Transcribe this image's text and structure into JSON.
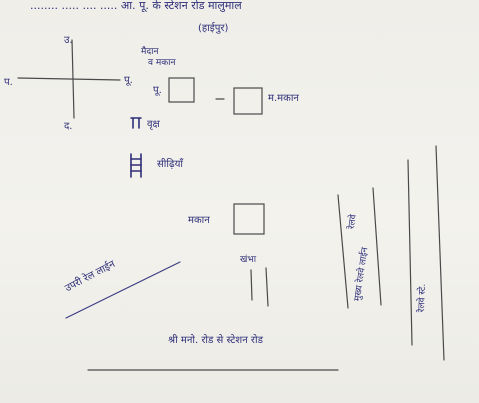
{
  "page": {
    "background": "#f1f0eb",
    "ink_color": "#2e2f78",
    "pencil_color": "#4a4a4a"
  },
  "notes": {
    "header_line": "........ ..... .... ..... आ. पू. के स्टेशन रोड मालुमाल",
    "header_sub": "(हाईपुर)",
    "compass_north": "उ.",
    "compass_east": "पू.",
    "compass_west": "प.",
    "compass_south": "द.",
    "top_label_1": "मैदान",
    "top_label_2": "व मकान",
    "box1_side_label": "पू.",
    "box2_label": "म.मकान",
    "hatch_label": "वृक्ष",
    "stairs_label": "सीढ़ियाँ",
    "box3_label": "मकान",
    "lamp_label": "खंभा",
    "left_diagonal_road": "उपरी रेल लाईन",
    "center_bottom_road": "श्री मनो. रोड से स्टेशन रोड",
    "right_vertical_1": "रेलवे",
    "right_vertical_2": "मुख्य रेलवे लाईन",
    "right_vertical_3": "रेलवे स्टे."
  }
}
